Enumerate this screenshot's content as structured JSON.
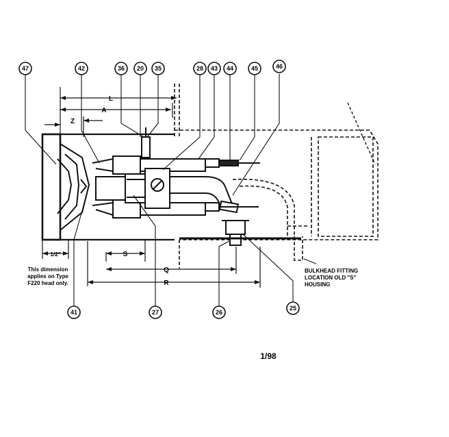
{
  "callouts": {
    "c47": "47",
    "c42": "42",
    "c36": "36",
    "c20": "20",
    "c35": "35",
    "c28": "28",
    "c43": "43",
    "c44": "44",
    "c45": "45",
    "c46": "46",
    "c41": "41",
    "c27": "27",
    "c26": "26",
    "c25": "25"
  },
  "dimensions": {
    "L": "L",
    "A": "A",
    "Z": "Z",
    "S": "S",
    "Q": "Q",
    "R": "R",
    "half_inch": "1/2\""
  },
  "note": {
    "line1": "This dimension",
    "line2": "applies on Type",
    "line3": "F220 head only."
  },
  "bulkhead": {
    "line1": "BULKHEAD FITTING",
    "line2": "LOCATION OLD \"S\"",
    "line3": "HOUSING"
  },
  "footer": {
    "code": "1/98"
  }
}
